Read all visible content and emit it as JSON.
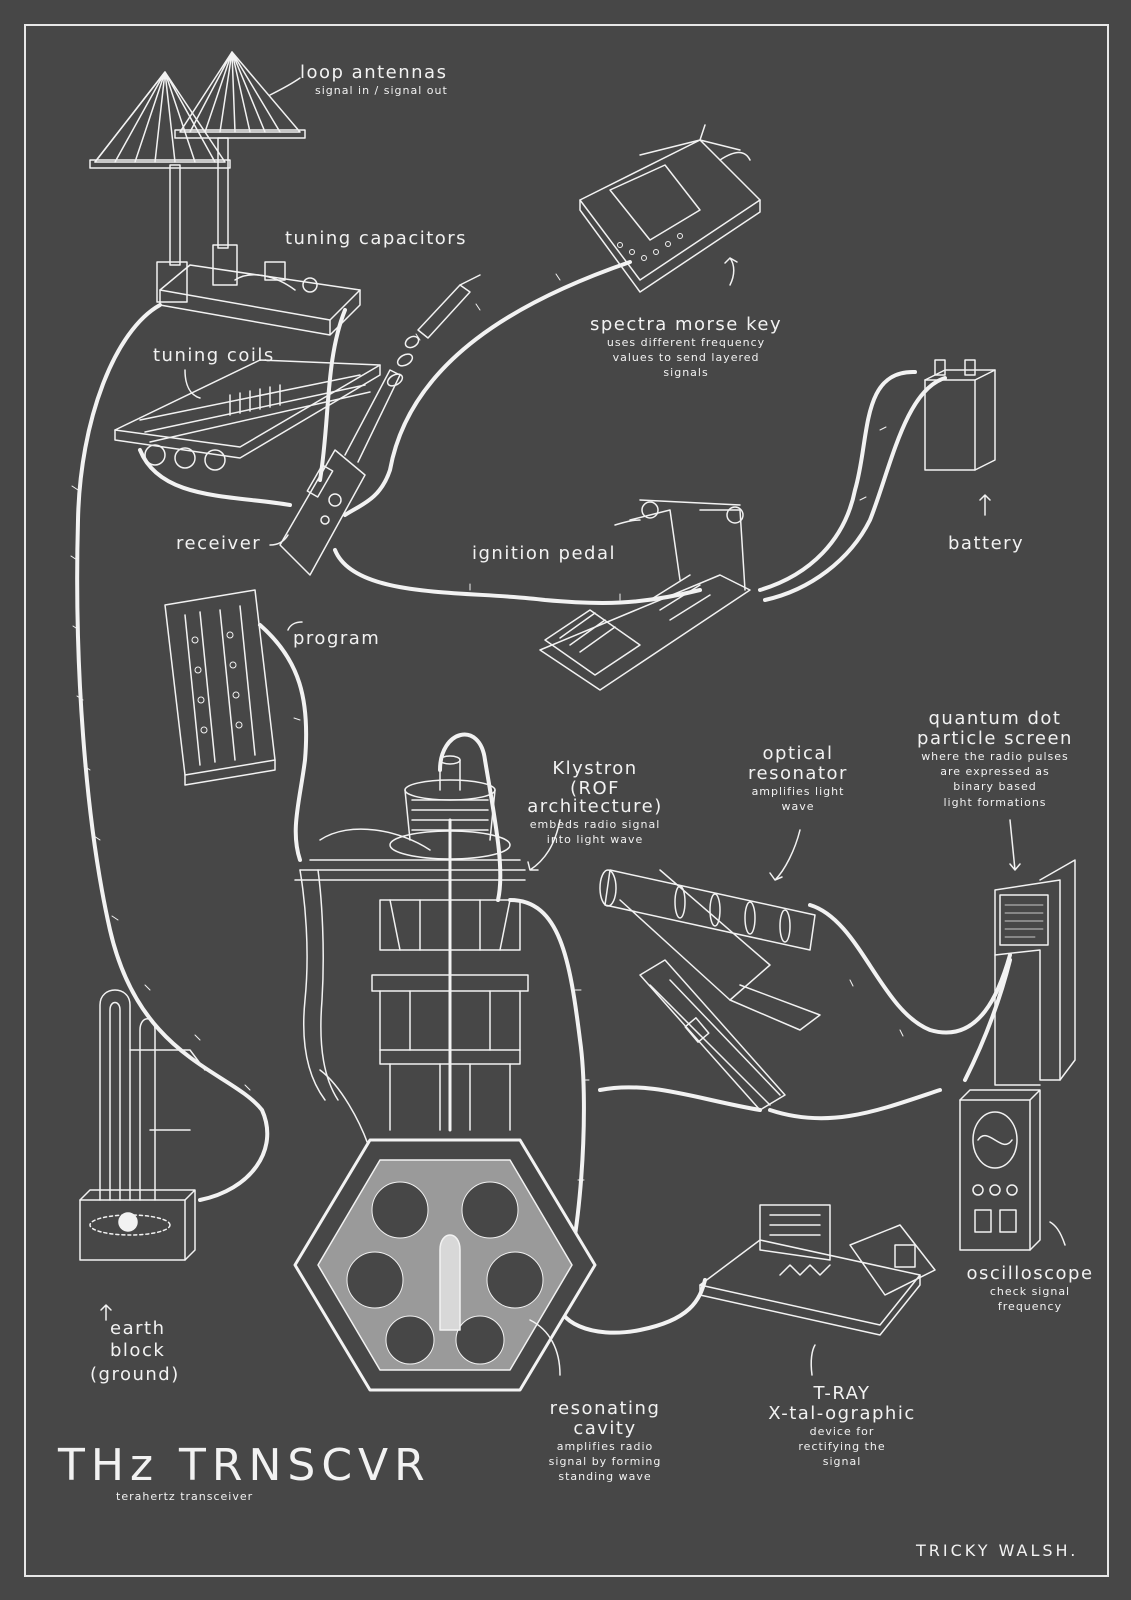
{
  "title": "THz TRNSCVR",
  "subtitle": "terahertz transceiver",
  "credit": "TRICKY WALSH.",
  "colors": {
    "background": "#474747",
    "ink": "#f2f2f2",
    "cavity_fill": "#9a9a9a"
  },
  "labels": {
    "loop_antennas": {
      "title": "loop antennas",
      "sub": "signal in / signal out"
    },
    "tuning_capacitors": {
      "title": "tuning capacitors"
    },
    "spectra_morse_key": {
      "title": "spectra morse key",
      "sub1": "uses different frequency",
      "sub2": "values to send layered",
      "sub3": "signals"
    },
    "tuning_coils": {
      "title": "tuning coils"
    },
    "receiver": {
      "title": "receiver"
    },
    "ignition_pedal": {
      "title": "ignition pedal"
    },
    "battery": {
      "title": "battery"
    },
    "program": {
      "title": "program"
    },
    "klystron": {
      "title1": "Klystron",
      "title2": "(ROF architecture)",
      "sub1": "embeds radio signal",
      "sub2": "into light wave"
    },
    "optical_resonator": {
      "title1": "optical",
      "title2": "resonator",
      "sub1": "amplifies light",
      "sub2": "wave"
    },
    "quantum_dot": {
      "title1": "quantum dot",
      "title2": "particle screen",
      "sub1": "where the radio pulses",
      "sub2": "are expressed as",
      "sub3": "binary based",
      "sub4": "light formations"
    },
    "oscilloscope": {
      "title": "oscilloscope",
      "sub1": "check signal",
      "sub2": "frequency"
    },
    "earth_block": {
      "line1": "earth",
      "line2": "block",
      "line3": "(ground)"
    },
    "resonating_cavity": {
      "title1": "resonating",
      "title2": "cavity",
      "sub1": "amplifies radio",
      "sub2": "signal by forming",
      "sub3": "standing wave"
    },
    "t_ray": {
      "title1": "T-RAY",
      "title2": "X-tal-ographic",
      "sub1": "device for",
      "sub2": "rectifying the",
      "sub3": "signal"
    }
  }
}
